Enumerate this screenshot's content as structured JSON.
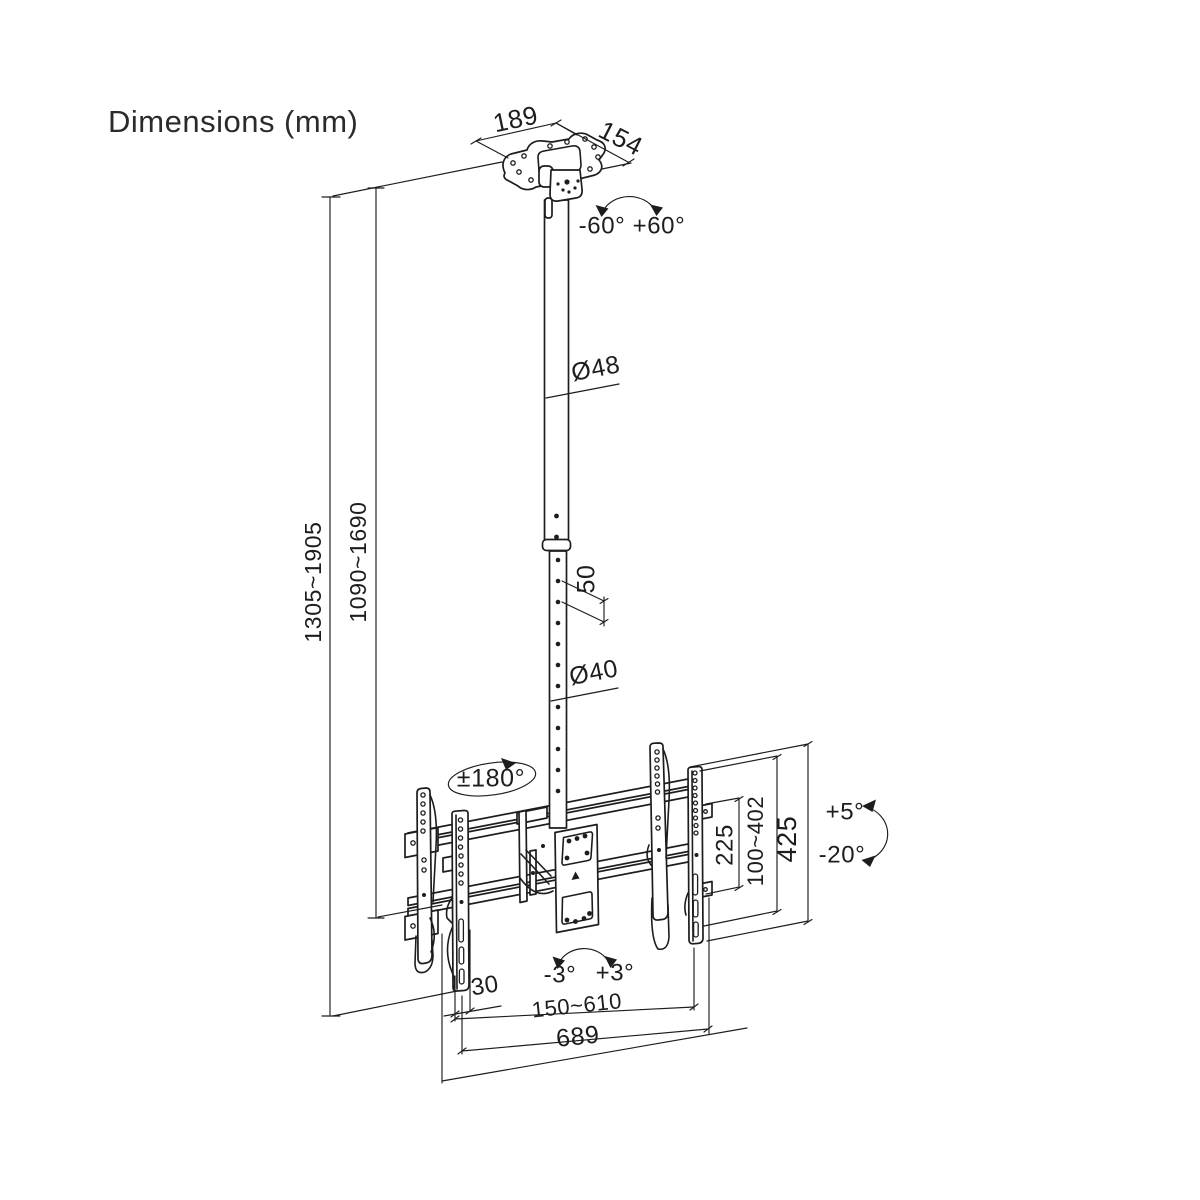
{
  "title": "Dimensions (mm)",
  "drawing": {
    "subject": "ceiling-tv-mount-dimension-drawing",
    "line_color": "#1d1d1b",
    "background_color": "#ffffff"
  },
  "labels": {
    "ceiling_plate_width": "189",
    "ceiling_plate_depth": "154",
    "pole_swivel_range": "-60° +60°",
    "upper_pole_diameter": "Ø48",
    "height_adjust_step": "50",
    "lower_pole_diameter": "Ø40",
    "total_height_range": "1305~1905",
    "pole_height_range": "1090~1690",
    "screen_rotation_range": "±180°",
    "rail_spacing": "225",
    "vesa_height_range": "100~402",
    "bracket_height": "425",
    "tilt_up": "+5°",
    "tilt_down": "-20°",
    "level_adjust_minus": "-3°",
    "level_adjust_plus": "+3°",
    "bracket_offset": "30",
    "mounting_width_range": "150~610",
    "total_width": "689"
  }
}
